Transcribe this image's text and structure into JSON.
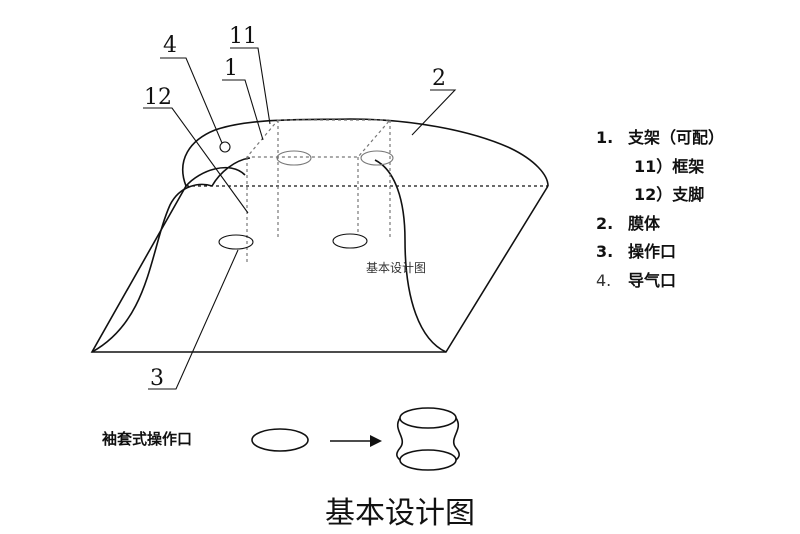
{
  "callouts": {
    "n4": "4",
    "n11": "11",
    "n1": "1",
    "n12": "12",
    "n2": "2",
    "n3": "3"
  },
  "center_label": "基本设计图",
  "legend": [
    {
      "num": "1.",
      "text": "支架（可配）"
    },
    {
      "num": "",
      "text": "11）框架"
    },
    {
      "num": "",
      "text": "12）支脚"
    },
    {
      "num": "2.",
      "text": "膜体"
    },
    {
      "num": "3.",
      "text": "操作口"
    },
    {
      "num": "4.",
      "text": "导气口"
    }
  ],
  "sleeve_label": "袖套式操作口",
  "caption": "基本设计图"
}
